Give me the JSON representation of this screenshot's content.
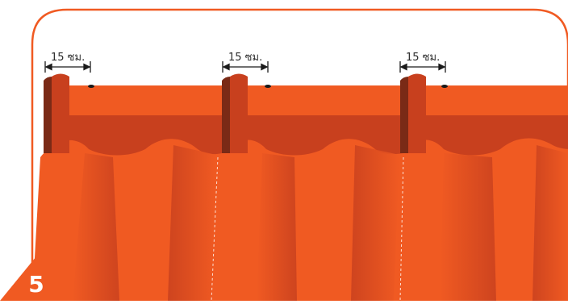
{
  "diagram": {
    "step_number": "5",
    "dimension_labels": [
      "15 ซม.",
      "15 ซม.",
      "15 ซม."
    ]
  },
  "colors": {
    "frame": "#F05A22",
    "curtain": "#F05A22",
    "curtain_shade": "#C8401E",
    "header_dark": "#D4461F",
    "tab": "#C8401E",
    "tab_edge": "#7A2A16",
    "dimension_line": "#1a1a1a",
    "step_badge": "#F05A22"
  }
}
